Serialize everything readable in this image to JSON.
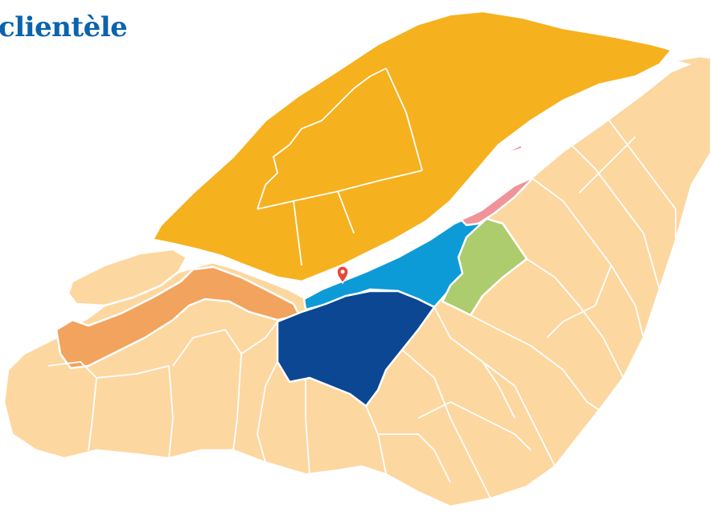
{
  "title": "clientèle",
  "colors": {
    "accent": "#0b63ad",
    "north_shore": "#f6b11e",
    "south_shore": "#fdd7a0",
    "west_corridor": "#f2a35e",
    "city_core": "#0d9bd7",
    "south_central": "#0b4793",
    "green_zone": "#adcc6d",
    "pink_zone": "#f0949a",
    "marker": "#e9473d"
  },
  "map": {
    "regions": [
      "north-shore-region",
      "south-shore-region",
      "west-corridor-region",
      "city-core-region",
      "south-central-region",
      "green-zone-region",
      "pink-zone-region"
    ],
    "marker_icon": "map-pin-icon"
  }
}
